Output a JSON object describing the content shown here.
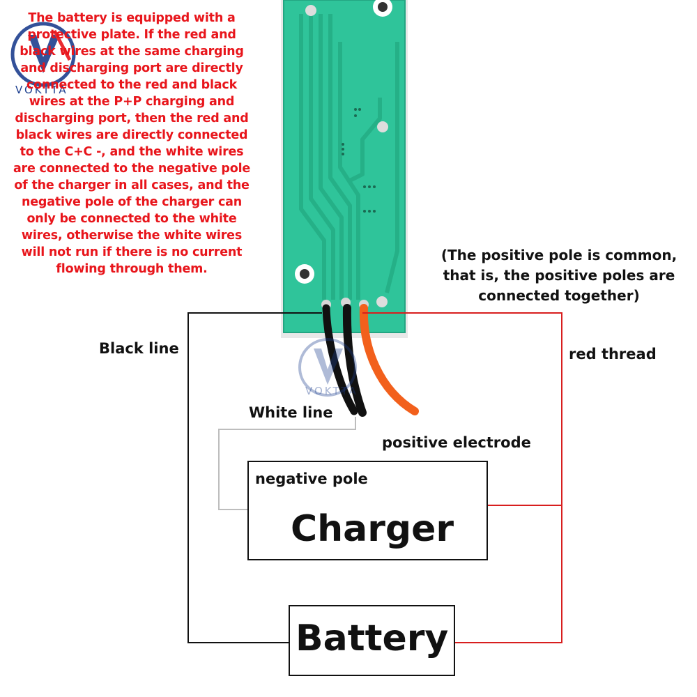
{
  "note": {
    "text": "The battery is equipped with a protective plate. If the red and black wires at the same charging and discharging port are directly connected to the red and black wires at the P+P charging and discharging port, then the red and black wires are directly connected to the C+C -, and the white wires are connected to the negative pole of the charger in all cases, and the negative pole of the charger can only be connected to the white wires, otherwise the white wires will not run if there is no current flowing through them."
  },
  "common_note": {
    "text": "(The positive pole is common, that is, the positive poles are connected together)"
  },
  "labels": {
    "black_line": "Black line",
    "red_thread": "red thread",
    "white_line": "White line",
    "positive_electrode": "positive electrode",
    "negative_pole": "negative pole"
  },
  "charger": {
    "title": "Charger"
  },
  "battery": {
    "title": "Battery"
  },
  "brand": {
    "name": "VOKTTA"
  },
  "colors": {
    "red_wire": "#d81e1e",
    "black_wire": "#111111",
    "white_wire": "#bdbdbd",
    "note_red": "#e8151b",
    "pcb_green": "#2fc49a",
    "orange_wire": "#f2601c"
  }
}
